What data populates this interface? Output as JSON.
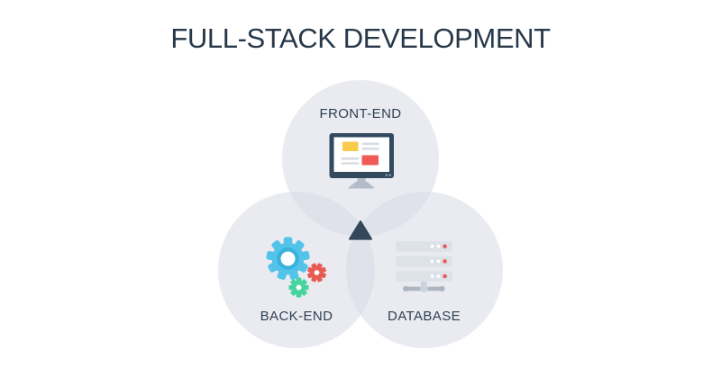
{
  "page": {
    "title": "FULL-STACK DEVELOPMENT"
  },
  "diagram": {
    "type": "venn-3-circles",
    "sets": [
      {
        "label": "FRONT-END",
        "icon": "monitor-icon",
        "position": "top"
      },
      {
        "label": "BACK-END",
        "icon": "gears-icon",
        "position": "bottom-left"
      },
      {
        "label": "DATABASE",
        "icon": "database-server-icon",
        "position": "bottom-right"
      }
    ],
    "intersection": {
      "shape": "triangle"
    }
  },
  "colors": {
    "background": "#ffffff",
    "title_text": "#263849",
    "label_text": "#2e3f51",
    "circle_fill": "#d7dbe5",
    "intersection_triangle": "#33475a",
    "monitor_frame": "#324a5e",
    "monitor_screen": "#ffffff",
    "monitor_yellow_block": "#f8cb4a",
    "monitor_red_block": "#f15b55",
    "monitor_text_lines": "#d8dde4",
    "monitor_stand": "#b3bdc9",
    "gear_blue": "#54c3ea",
    "gear_blue_ring": "#38b1dd",
    "gear_red": "#e65a51",
    "gear_green": "#45d39e",
    "server_bar": "#dde1e8",
    "server_led_white": "#ffffff",
    "server_led_red": "#e85d5d",
    "server_stand": "#aeb6c1"
  }
}
